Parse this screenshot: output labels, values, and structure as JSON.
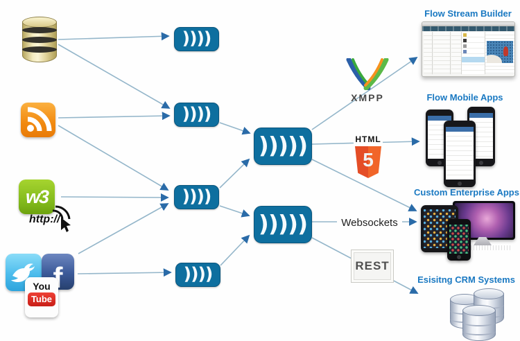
{
  "colors": {
    "node_fill": "#0e6f9f",
    "node_border": "#0a567e",
    "line": "#94b6ca",
    "arrowhead": "#2a6ba8",
    "title_blue": "#1a79c2",
    "html5_orange": "#e44d26",
    "rss_orange": "#f1890f",
    "w3_green": "#7fb71a",
    "twitter_blue": "#4cbcec",
    "facebook_blue": "#3b5998",
    "youtube_red": "#c81e17"
  },
  "sources": {
    "web": {
      "w3_label": "w3",
      "http_label": "http://"
    },
    "social": {
      "facebook_letter": "f",
      "youtube_top": "You",
      "youtube_bottom": "Tube"
    }
  },
  "nodes": {
    "small_glyph": "))))",
    "large_glyph": ")))))"
  },
  "protocols": {
    "xmpp": "XMPP",
    "html": "HTML",
    "html_number": "5",
    "websockets": "Websockets",
    "rest": "REST"
  },
  "targets": {
    "flow_stream_builder": "Flow Stream Builder",
    "flow_mobile_apps": "Flow Mobile Apps",
    "custom_enterprise_apps": "Custom Enterprise Apps",
    "existing_crm": "Esisitng CRM Systems"
  }
}
